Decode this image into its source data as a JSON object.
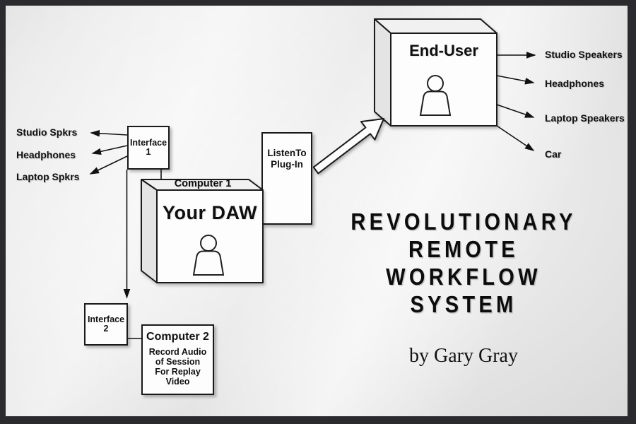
{
  "frame": {
    "border_color": "#2b2b2f",
    "line_color": "#1a1a1a",
    "paper_color": "#ececec"
  },
  "heading": {
    "lines": [
      "REVOLUTIONARY",
      "REMOTE",
      "WORKFLOW",
      "SYSTEM"
    ],
    "byline": "by Gary Gray"
  },
  "end_user": {
    "label": "End-User",
    "outputs": [
      "Studio Speakers",
      "Headphones",
      "Laptop Speakers",
      "Car"
    ]
  },
  "computer1": {
    "label": "Computer 1",
    "front_label": "Your DAW"
  },
  "interface1": {
    "line1": "Interface",
    "line2": "1",
    "outputs": [
      "Studio Spkrs",
      "Headphones",
      "Laptop Spkrs"
    ]
  },
  "interface2": {
    "line1": "Interface",
    "line2": "2"
  },
  "computer2": {
    "label": "Computer 2",
    "note_lines": [
      "Record Audio",
      "of Session",
      "For Replay",
      "Video"
    ]
  },
  "plugin": {
    "line1": "ListenTo",
    "line2": "Plug-In"
  }
}
